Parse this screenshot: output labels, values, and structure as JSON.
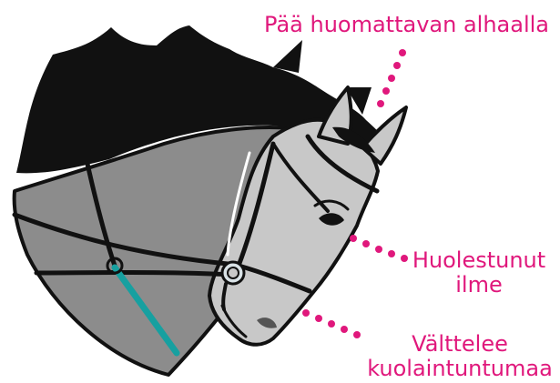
{
  "annotations": {
    "head_low": {
      "lines": [
        "Pää huomattavan alhaalla"
      ]
    },
    "worried_expression": {
      "lines": [
        "Huolestunut",
        "ilme"
      ]
    },
    "avoids_bit_contact": {
      "lines": [
        "Välttelee",
        "kuolaintuntumaa"
      ]
    }
  },
  "colors": {
    "accent": "#e0187c",
    "horse_body": "#8c8c8c",
    "horse_head": "#c8c8c8",
    "mane": "#111111",
    "outline": "#111111",
    "rein_highlight": "#17a0a0",
    "rings": "#9aa4a8",
    "background": "#ffffff"
  }
}
